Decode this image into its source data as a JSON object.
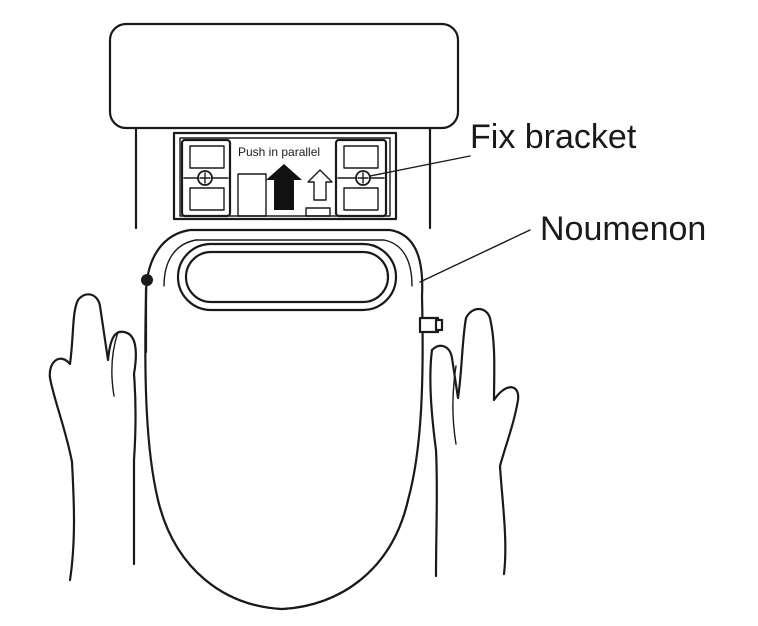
{
  "labels": {
    "fix_bracket": "Fix bracket",
    "noumenon": "Noumenon",
    "push_in_parallel": "Push in parallel"
  },
  "colors": {
    "line": "#1a1a1a",
    "background": "#ffffff"
  },
  "icons": {
    "push_direction": "up-arrow-icon",
    "screw": "screw-icon"
  }
}
